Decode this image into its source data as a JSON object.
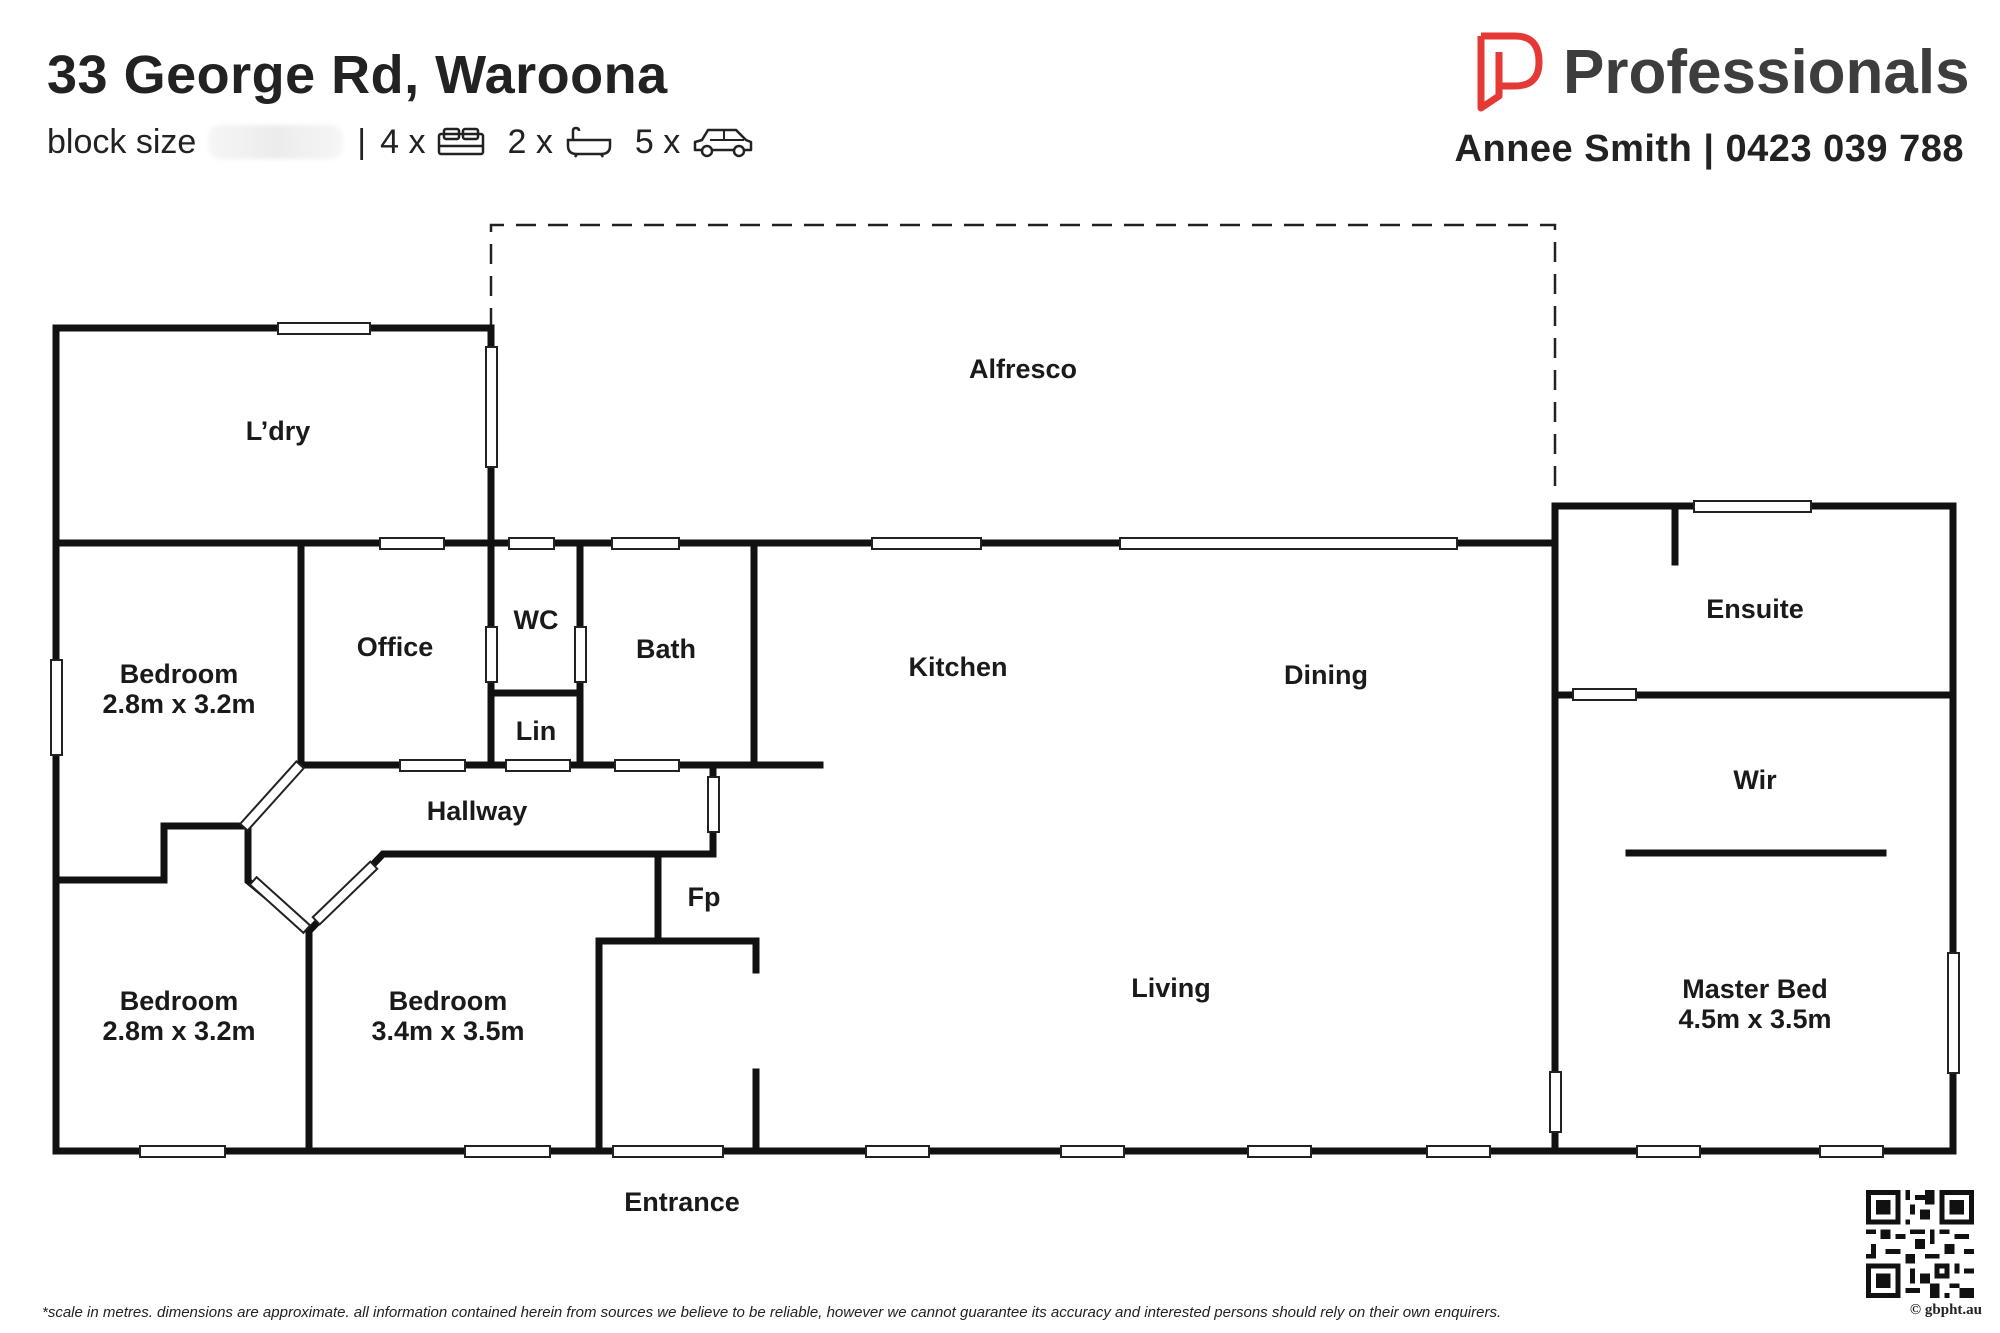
{
  "header": {
    "title": "33 George Rd, Waroona",
    "block_label": "block size",
    "separator": "|",
    "beds": "4 x",
    "baths": "2 x",
    "cars": "5 x",
    "icons": [
      "bed-icon",
      "bath-icon",
      "car-icon"
    ]
  },
  "brand": {
    "name": "Professionals",
    "agent": "Annee Smith | 0423 039 788",
    "logo_color": "#e53935"
  },
  "rooms": {
    "alfresco": "Alfresco",
    "laundry": "L’dry",
    "office": "Office",
    "wc": "WC",
    "bath": "Bath",
    "lin": "Lin",
    "kitchen": "Kitchen",
    "dining": "Dining",
    "ensuite": "Ensuite",
    "wir": "Wir",
    "hallway": "Hallway",
    "fp": "Fp",
    "living": "Living",
    "entrance": "Entrance",
    "bedroom1": {
      "name": "Bedroom",
      "dims": "2.8m x 3.2m"
    },
    "bedroom2": {
      "name": "Bedroom",
      "dims": "2.8m x 3.2m"
    },
    "bedroom3": {
      "name": "Bedroom",
      "dims": "3.4m x 3.5m"
    },
    "master": {
      "name": "Master Bed",
      "dims": "4.5m x 3.5m"
    }
  },
  "footer": {
    "disclaimer": "*scale in metres. dimensions are approximate. all information contained herein from sources we believe to be reliable, however we cannot guarantee its accuracy and interested persons should rely on their own enquirers.",
    "copyright": "© gbpht.au"
  }
}
